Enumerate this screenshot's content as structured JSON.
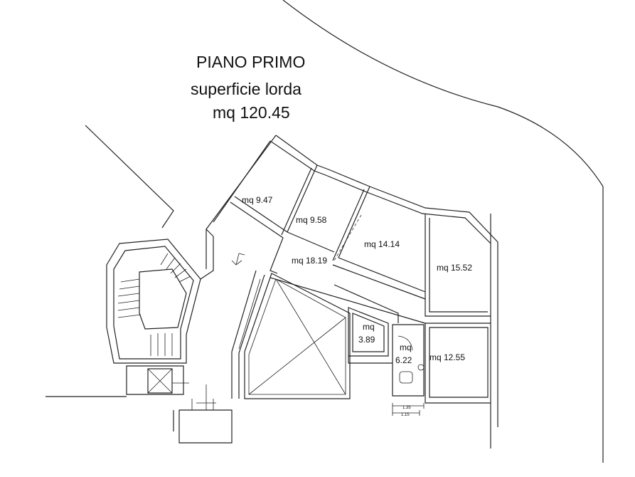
{
  "header": {
    "title": "PIANO PRIMO",
    "subtitle": "superficie lorda",
    "total_area": "mq 120.45"
  },
  "rooms": [
    {
      "id": "room-a",
      "label": "mq 9.47"
    },
    {
      "id": "room-b",
      "label": "mq 9.58"
    },
    {
      "id": "room-c",
      "label": "mq 14.14"
    },
    {
      "id": "room-d",
      "label": "mq 18.19"
    },
    {
      "id": "room-e",
      "label": "mq 15.52"
    },
    {
      "id": "room-f",
      "label": "mq",
      "label2": "3.89"
    },
    {
      "id": "room-g",
      "label": "mq",
      "label2": "6.22"
    },
    {
      "id": "room-h",
      "label": "mq 12.55"
    }
  ],
  "dimensions": {
    "upper": "1.35",
    "lower": "1.15"
  }
}
